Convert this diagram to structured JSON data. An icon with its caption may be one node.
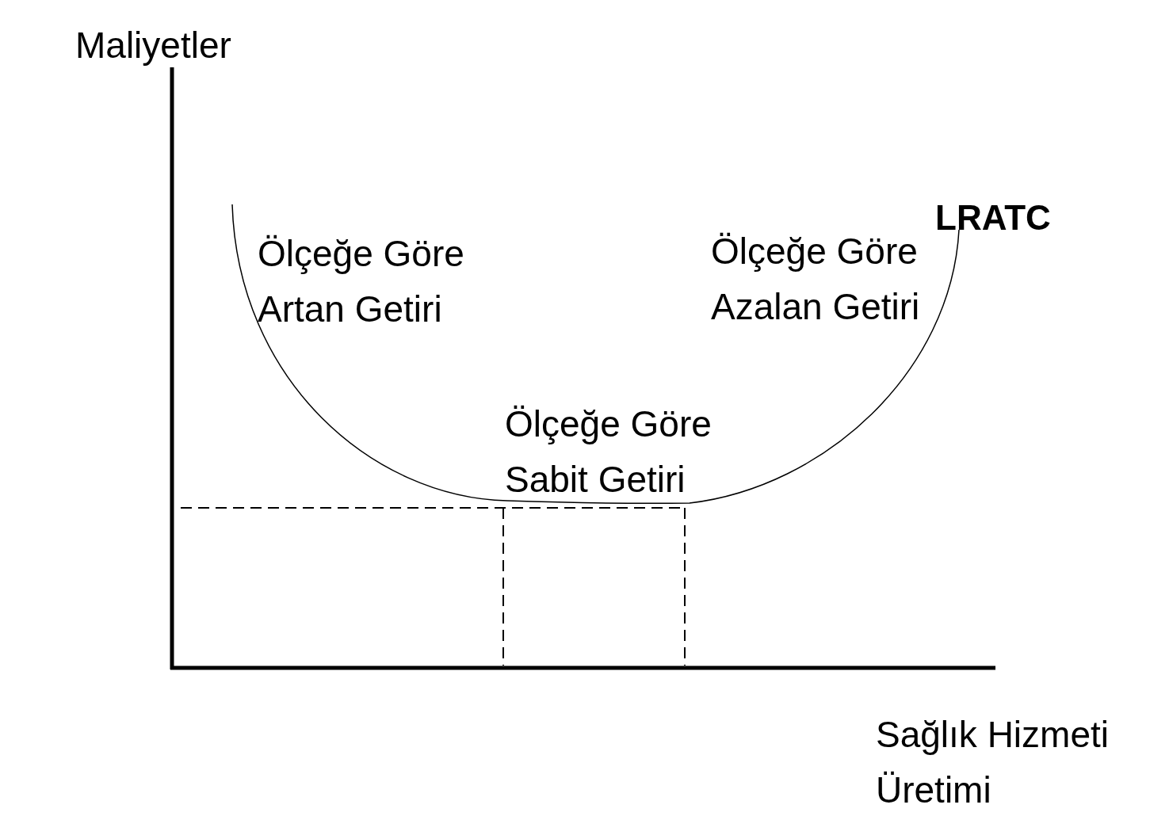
{
  "diagram": {
    "labels": [
      "Maliyetler",
      "LRATC",
      "Ölçeğe Göre Artan Getiri",
      "Ölçeğe Göre Azalan Getiri",
      "Ölçeğe Göre Sabit Getiri",
      "Sağlık Hizmeti Üretimi"
    ]
  }
}
